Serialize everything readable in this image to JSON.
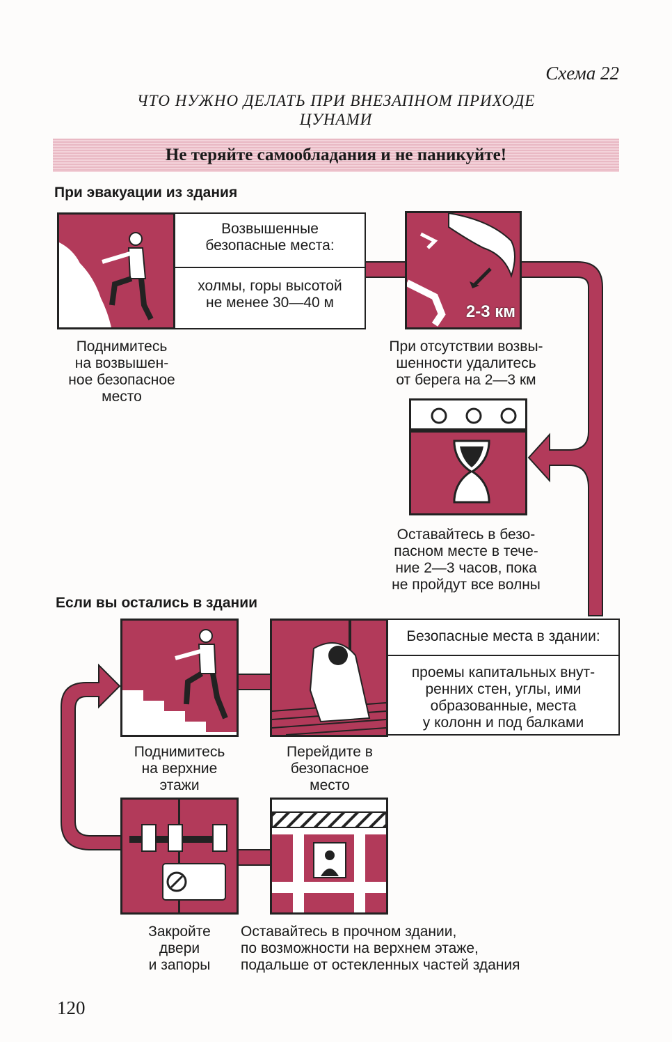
{
  "header": {
    "scheme_label": "Схема 22",
    "title_line1": "ЧТО НУЖНО ДЕЛАТЬ ПРИ ВНЕЗАПНОМ ПРИХОДЕ",
    "title_line2": "ЦУНАМИ"
  },
  "banner": "Не теряйте самообладания и не паникуйте!",
  "evacuation": {
    "heading": "При эвакуации из здания",
    "safe_places_title_1": "Возвышенные",
    "safe_places_title_2": "безопасные места:",
    "safe_places_body_1": "холмы, горы высотой",
    "safe_places_body_2": "не менее 30—40 м",
    "climb_caption": [
      "Поднимитесь",
      "на возвышен-",
      "ное безопасное",
      "место"
    ],
    "distance_label": "2-3 км",
    "move_away_caption": [
      "При отсутствии возвы-",
      "шенности удалитесь",
      "от берега на 2—3 км"
    ],
    "stay_caption": [
      "Оставайтесь в безо-",
      "пасном месте в тече-",
      "ние 2—3 часов, пока",
      "не пройдут все волны"
    ]
  },
  "in_building": {
    "heading": "Если вы остались в здании",
    "safe_places_title": "Безопасные места в здании:",
    "safe_places_body": [
      "проемы капитальных внут-",
      "ренних стен, углы, ими",
      "образованные, места",
      "у колонн и под балками"
    ],
    "upstairs_caption": [
      "Поднимитесь",
      "на верхние",
      "этажи"
    ],
    "safe_spot_caption": [
      "Перейдите в",
      "безопасное",
      "место"
    ],
    "doors_caption": [
      "Закройте",
      "двери",
      "и запоры"
    ],
    "stay_inside_caption": [
      "Оставайтесь в прочном здании,",
      "по возможности на верхнем этаже,",
      "подальше от остекленных частей здания"
    ]
  },
  "page_number": "120",
  "colors": {
    "accent": "#b23a5a",
    "banner": "#efc6d0"
  }
}
